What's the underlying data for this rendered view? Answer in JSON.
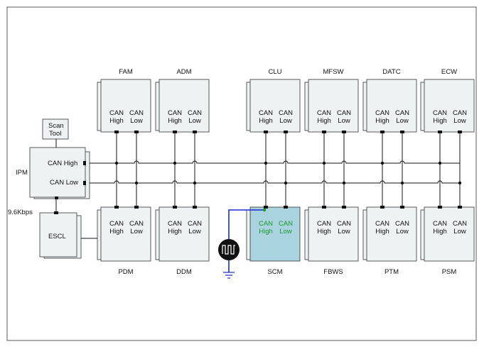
{
  "top_modules": [
    {
      "name": "FAM",
      "can_high": [
        "CAN",
        "High"
      ],
      "can_low": [
        "CAN",
        "Low"
      ]
    },
    {
      "name": "ADM",
      "can_high": [
        "CAN",
        "High"
      ],
      "can_low": [
        "CAN",
        "Low"
      ]
    },
    {
      "name": "CLU",
      "can_high": [
        "CAN",
        "High"
      ],
      "can_low": [
        "CAN",
        "Low"
      ]
    },
    {
      "name": "MFSW",
      "can_high": [
        "CAN",
        "High"
      ],
      "can_low": [
        "CAN",
        "Low"
      ]
    },
    {
      "name": "DATC",
      "can_high": [
        "CAN",
        "High"
      ],
      "can_low": [
        "CAN",
        "Low"
      ]
    },
    {
      "name": "ECW",
      "can_high": [
        "CAN",
        "High"
      ],
      "can_low": [
        "CAN",
        "Low"
      ]
    }
  ],
  "bottom_modules": [
    {
      "name": "PDM",
      "can_high": [
        "CAN",
        "High"
      ],
      "can_low": [
        "CAN",
        "Low"
      ]
    },
    {
      "name": "DDM",
      "can_high": [
        "CAN",
        "High"
      ],
      "can_low": [
        "CAN",
        "Low"
      ]
    },
    {
      "name": "SCM",
      "can_high": [
        "CAN",
        "High"
      ],
      "can_low": [
        "CAN",
        "Low"
      ]
    },
    {
      "name": "FBWS",
      "can_high": [
        "CAN",
        "High"
      ],
      "can_low": [
        "CAN",
        "Low"
      ]
    },
    {
      "name": "PTM",
      "can_high": [
        "CAN",
        "High"
      ],
      "can_low": [
        "CAN",
        "Low"
      ]
    },
    {
      "name": "PSM",
      "can_high": [
        "CAN",
        "High"
      ],
      "can_low": [
        "CAN",
        "Low"
      ]
    }
  ],
  "highlighted_module": "SCM",
  "ipm": {
    "name": "IPM",
    "can_high": "CAN High",
    "can_low": "CAN Low"
  },
  "scan_tool": [
    "Scan",
    "Tool"
  ],
  "escl": {
    "name": "ESCL",
    "speed": "9.6Kbps"
  },
  "colors": {
    "highlight_fill": "#a9d3de",
    "highlight_text": "#1a9a2a",
    "probe_wire": "#1c2bd6"
  }
}
